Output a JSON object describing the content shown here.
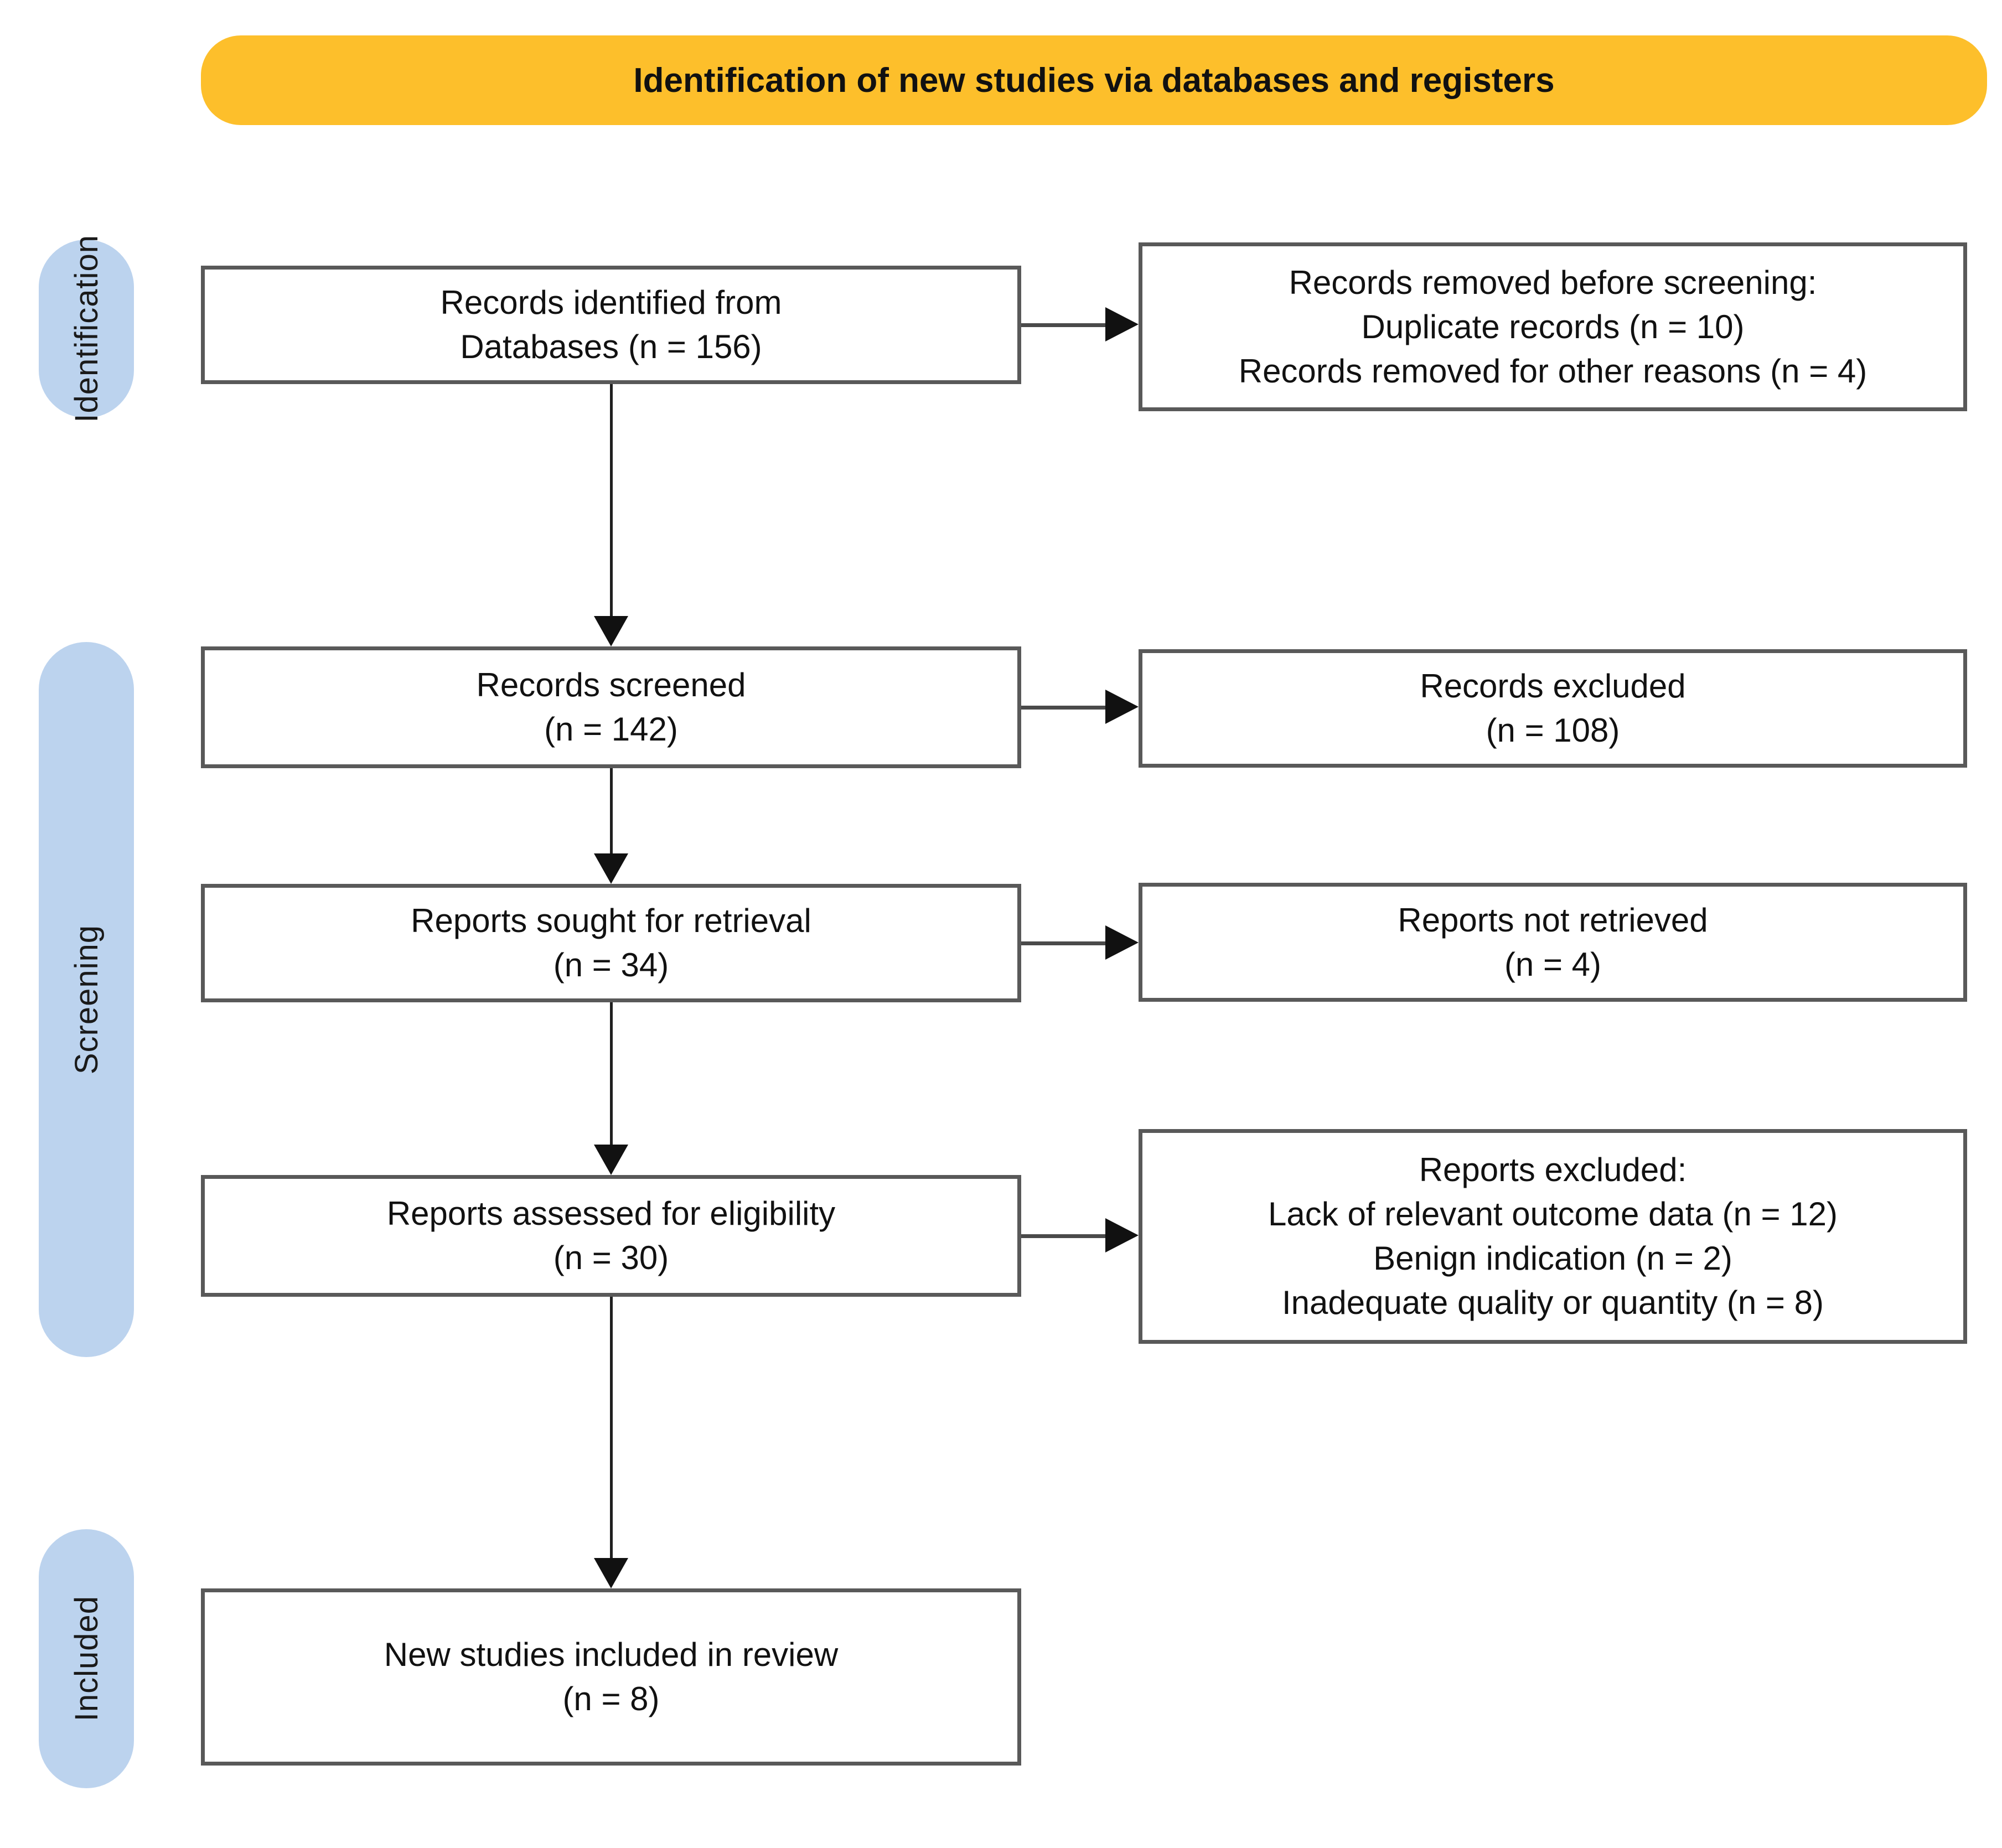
{
  "banner": {
    "text": "Identification of new studies via databases and registers"
  },
  "stages": [
    {
      "label": "Identification"
    },
    {
      "label": "Screening"
    },
    {
      "label": "Included"
    }
  ],
  "boxes": {
    "identified": {
      "lines": [
        "Records identified from",
        "Databases (n = 156)"
      ]
    },
    "removed": {
      "lines": [
        "Records removed before screening:",
        "Duplicate records (n = 10)",
        "Records removed for other reasons (n = 4)"
      ]
    },
    "screened": {
      "lines": [
        "Records screened",
        "(n = 142)"
      ]
    },
    "records_excluded": {
      "lines": [
        "Records excluded",
        "(n = 108)"
      ]
    },
    "sought": {
      "lines": [
        "Reports sought for retrieval",
        "(n = 34)"
      ]
    },
    "not_retrieved": {
      "lines": [
        "Reports not retrieved",
        "(n = 4)"
      ]
    },
    "assessed": {
      "lines": [
        "Reports assessed for eligibility",
        "(n = 30)"
      ]
    },
    "reports_excluded": {
      "lines": [
        "Reports excluded:",
        "Lack of relevant outcome data (n = 12)",
        "Benign indication (n = 2)",
        "Inadequate quality or quantity (n = 8)"
      ]
    },
    "included": {
      "lines": [
        "New studies included in review",
        "(n = 8)"
      ]
    }
  },
  "colors": {
    "banner_bg": "#FDBF2B",
    "stage_pill_bg": "#BCD3EE",
    "box_border": "#595959",
    "arrow": "#111111",
    "text": "#111111",
    "background": "#ffffff"
  }
}
